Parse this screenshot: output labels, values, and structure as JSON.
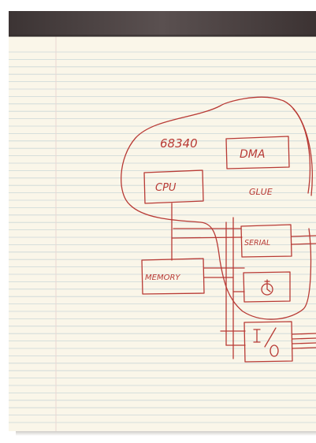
{
  "colors": {
    "ink": "#b83a35",
    "paper": "#faf6e9",
    "rule_line": "#c9d7d8",
    "margin_line": "#e9d7d4",
    "binding": "#4b4343"
  },
  "sketch": {
    "chip_label": "68340",
    "blocks": {
      "dma": "DMA",
      "cpu": "CPU",
      "glue": "GLUE",
      "serial": "SERIAL",
      "memory": "MEMORY",
      "timer_icon": "timer-icon",
      "io": "I/O"
    }
  }
}
